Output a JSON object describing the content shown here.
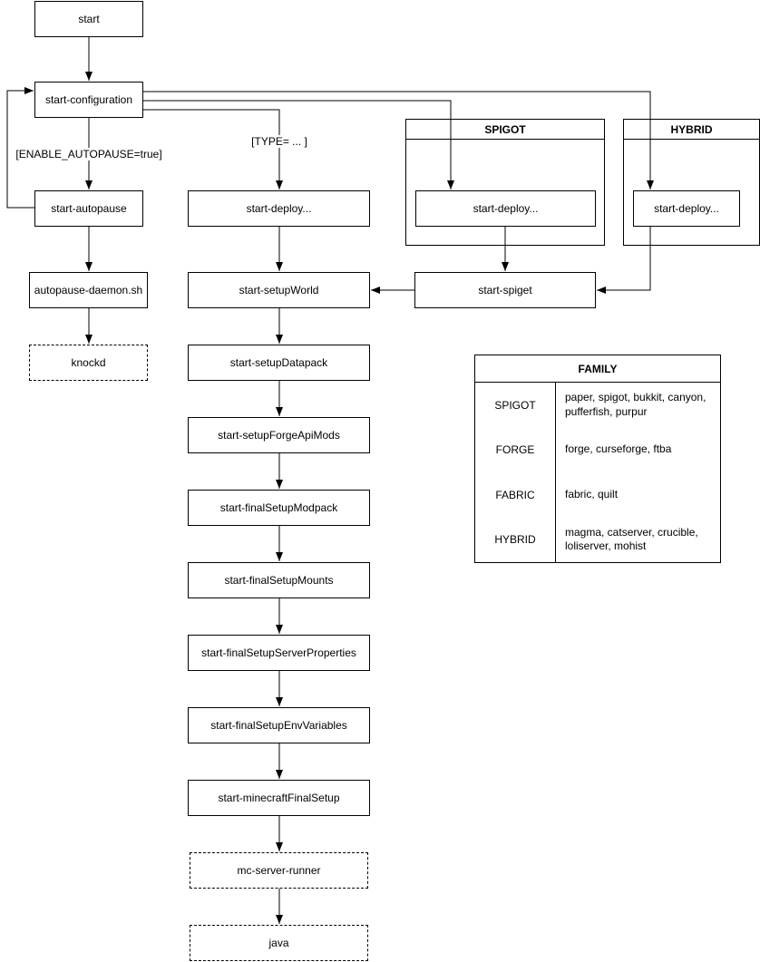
{
  "diagram": {
    "nodes": {
      "start": "start",
      "start_configuration": "start-configuration",
      "start_autopause": "start-autopause",
      "autopause_daemon": "autopause-daemon.sh",
      "knockd": "knockd",
      "start_deploy": "start-deploy...",
      "start_setup_world": "start-setupWorld",
      "start_setup_datapack": "start-setupDatapack",
      "start_setup_forge_api_mods": "start-setupForgeApiMods",
      "start_final_setup_modpack": "start-finalSetupModpack",
      "start_final_setup_mounts": "start-finalSetupMounts",
      "start_final_setup_server_properties": "start-finalSetupServerProperties",
      "start_final_setup_env_variables": "start-finalSetupEnvVariables",
      "start_minecraft_final_setup": "start-minecraftFinalSetup",
      "mc_server_runner": "mc-server-runner",
      "java": "java",
      "start_spiget": "start-spiget"
    },
    "edge_labels": {
      "enable_autopause": "[ENABLE_AUTOPAUSE=true]",
      "type": "[TYPE= ... ]"
    },
    "containers": {
      "spigot": {
        "title": "SPIGOT",
        "node": "start-deploy..."
      },
      "hybrid": {
        "title": "HYBRID",
        "node": "start-deploy..."
      }
    },
    "family_table": {
      "title": "FAMILY",
      "rows": [
        {
          "family": "SPIGOT",
          "members": "paper, spigot, bukkit, canyon, pufferfish, purpur"
        },
        {
          "family": "FORGE",
          "members": "forge, curseforge, ftba"
        },
        {
          "family": "FABRIC",
          "members": "fabric, quilt"
        },
        {
          "family": "HYBRID",
          "members": "magma, catserver, crucible, loliserver, mohist"
        }
      ]
    },
    "colors": {
      "stroke": "#000000",
      "background": "#ffffff"
    }
  }
}
